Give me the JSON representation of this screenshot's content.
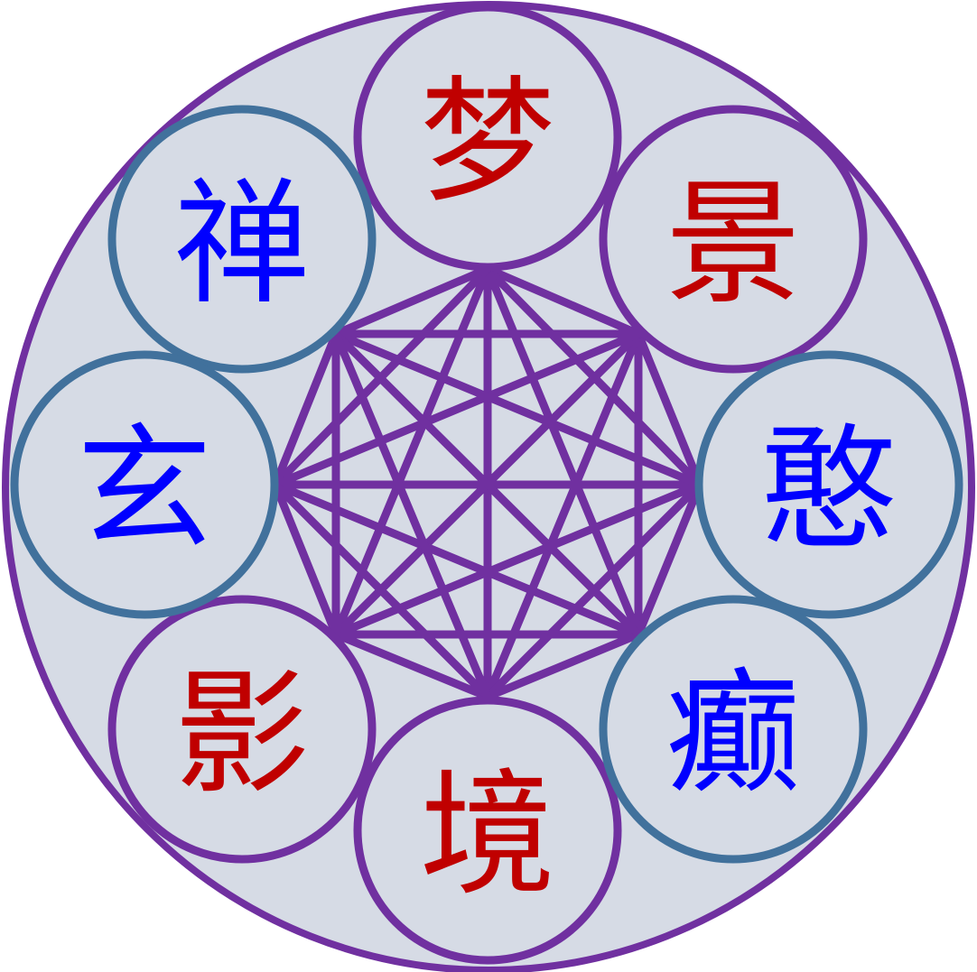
{
  "colors": {
    "background_disc": "#d6dbe5",
    "outer_ring": "#7030a0",
    "connector_lines": "#7030a0",
    "purple_circle_border": "#7030a0",
    "teal_circle_border": "#41719c",
    "red_text": "#c00000",
    "blue_text": "#0000ff"
  },
  "nodes": [
    {
      "id": "meng",
      "label": "梦",
      "border": "purple",
      "text_color": "red"
    },
    {
      "id": "jing1",
      "label": "景",
      "border": "purple",
      "text_color": "red"
    },
    {
      "id": "han",
      "label": "憨",
      "border": "teal",
      "text_color": "blue"
    },
    {
      "id": "dian",
      "label": "癫",
      "border": "teal",
      "text_color": "blue"
    },
    {
      "id": "jing2",
      "label": "境",
      "border": "purple",
      "text_color": "red"
    },
    {
      "id": "ying",
      "label": "影",
      "border": "purple",
      "text_color": "red"
    },
    {
      "id": "xuan",
      "label": "玄",
      "border": "teal",
      "text_color": "blue"
    },
    {
      "id": "chan",
      "label": "禅",
      "border": "teal",
      "text_color": "blue"
    }
  ],
  "center_polygon": {
    "vertex_count": 8,
    "fully_connected": true
  }
}
